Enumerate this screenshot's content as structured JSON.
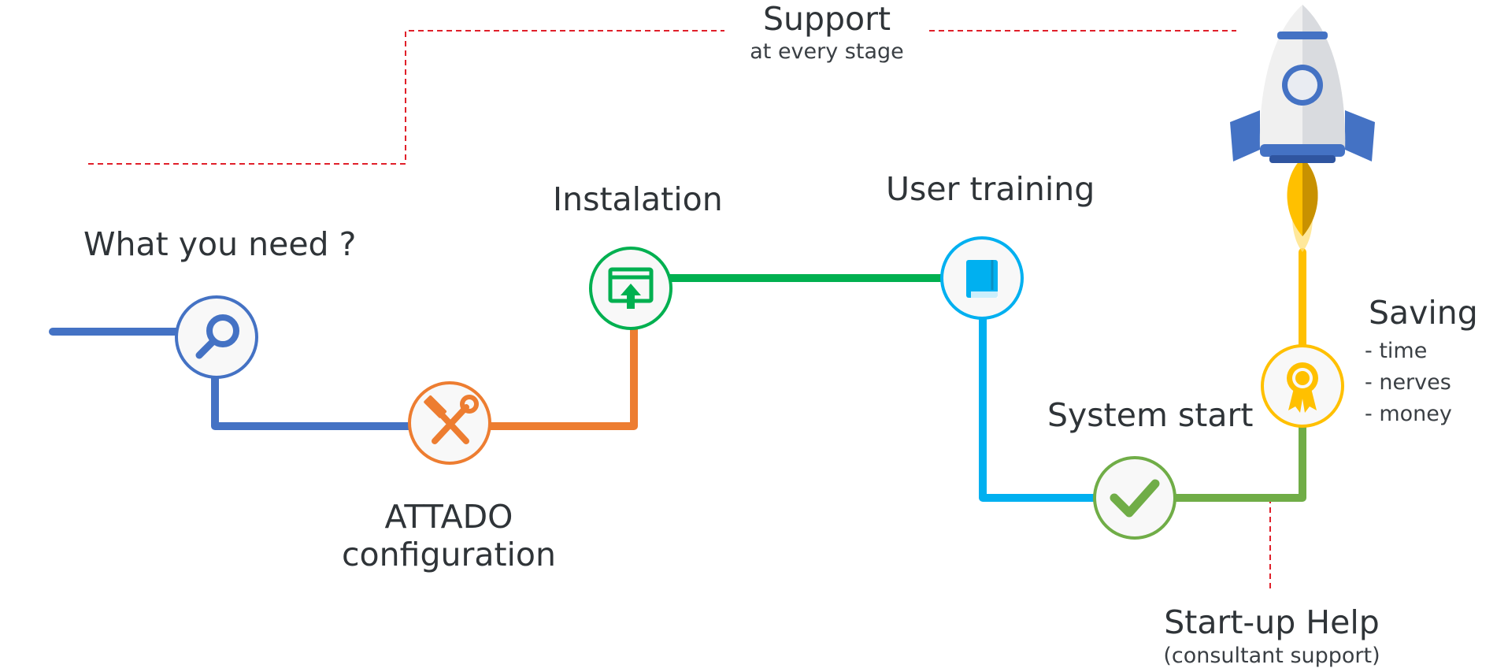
{
  "support": {
    "title": "Support",
    "subtitle": "at every stage"
  },
  "steps": {
    "need": {
      "label": "What  you need ?",
      "icon": "magnifier-icon",
      "color": "#4472c4"
    },
    "config": {
      "label_line1": "ATTADO",
      "label_line2": "configuration",
      "icon": "tools-icon",
      "color": "#ed7d31"
    },
    "install": {
      "label": "Instalation",
      "icon": "install-window-icon",
      "color": "#00b050"
    },
    "training": {
      "label": "User training",
      "icon": "book-icon",
      "color": "#00b0f0"
    },
    "start": {
      "label": "System start",
      "icon": "checkmark-icon",
      "color": "#70ad47"
    },
    "saving": {
      "label": "Saving",
      "icon": "award-medal-icon",
      "color": "#ffc000",
      "items": [
        "- time",
        "- nerves",
        "- money"
      ]
    }
  },
  "startup_help": {
    "title": "Start-up Help",
    "subtitle": "(consultant support)"
  },
  "rocket": {
    "icon": "rocket-icon"
  },
  "colors": {
    "dashed": "#e0202a",
    "text": "#2f3438"
  }
}
